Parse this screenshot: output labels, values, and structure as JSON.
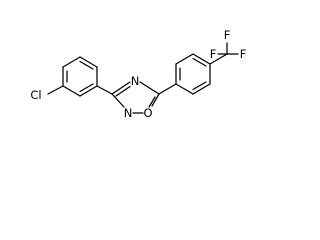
{
  "molecule": {
    "atoms": {
      "chlorine": "Cl",
      "ring_nitrogen_top": "N",
      "ring_nitrogen_bottom": "N",
      "ring_oxygen": "O",
      "fluorine_top": "F",
      "fluorine_left": "F",
      "fluorine_right": "F"
    }
  }
}
